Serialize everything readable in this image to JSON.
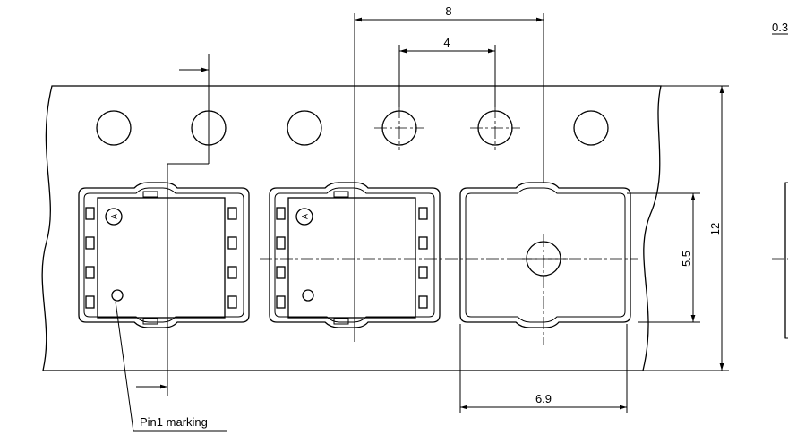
{
  "dimensions": {
    "sprocket_pitch": "8",
    "hole_pitch": "4",
    "tape_width": "12",
    "pocket_offset": "5.5",
    "pocket_width": "6.9"
  },
  "labels": {
    "pin1": "Pin1 marking",
    "orientation_mark": "A",
    "partial_right": "0.3"
  }
}
